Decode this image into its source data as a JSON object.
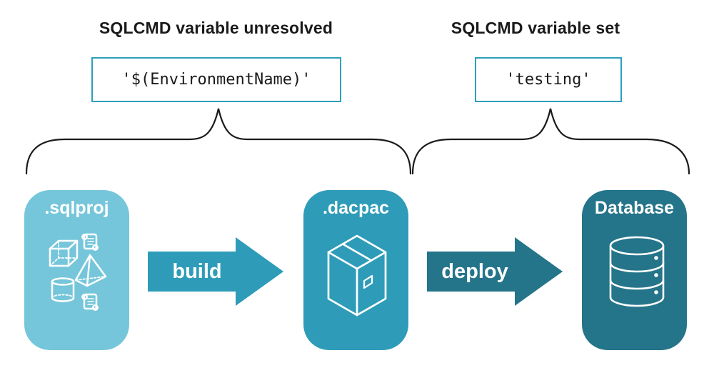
{
  "diagram": {
    "annotations": [
      {
        "title": "SQLCMD variable unresolved",
        "code": "'$(EnvironmentName)'"
      },
      {
        "title": "SQLCMD variable set",
        "code": "'testing'"
      }
    ],
    "nodes": [
      {
        "id": "sqlproj",
        "label": ".sqlproj"
      },
      {
        "id": "dacpac",
        "label": ".dacpac"
      },
      {
        "id": "database",
        "label": "Database"
      }
    ],
    "arrows": [
      {
        "id": "build",
        "label": "build"
      },
      {
        "id": "deploy",
        "label": "deploy"
      }
    ],
    "icons": [
      "sql-objects-icon (cube, script scroll, pyramid, cylinder, script scroll)",
      "package-box-icon",
      "database-cylinder-icon"
    ],
    "colors": {
      "node-light": "#75C6DA",
      "node-medium": "#2E9CB8",
      "node-dark": "#24748A",
      "code-border": "#2E9FBD",
      "ink": "#1A1A1A"
    }
  }
}
